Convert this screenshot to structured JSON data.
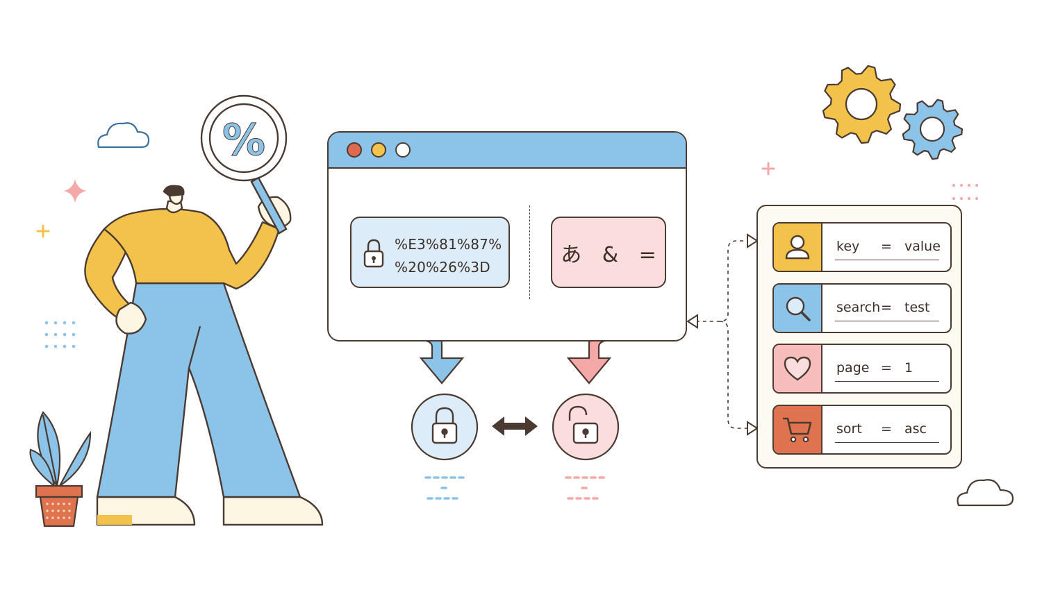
{
  "search_glass": {
    "symbol": "%"
  },
  "encoded": {
    "line1": "%E3%81%87%",
    "line2": "%20%26%3D"
  },
  "decoded": {
    "text": "あ & ="
  },
  "params": [
    {
      "key": "key",
      "equals": "=",
      "value": "value",
      "icon": "user-icon",
      "color": "#f3c24a"
    },
    {
      "key": "search",
      "equals": "=",
      "value": "test",
      "icon": "search-icon",
      "color": "#8cc3e8"
    },
    {
      "key": "page",
      "equals": "=",
      "value": "1",
      "icon": "heart-icon",
      "color": "#f7bcbc"
    },
    {
      "key": "sort",
      "equals": "=",
      "value": "asc",
      "icon": "cart-icon",
      "color": "#e0734f"
    }
  ],
  "colors": {
    "outline": "#4a3a32",
    "blue": "#8cc3e8",
    "light_blue": "#dcecf8",
    "yellow": "#f3c24a",
    "pink": "#f7bcbc",
    "light_pink": "#fadddc",
    "orange": "#e0734f",
    "cream": "#fdfaf1"
  }
}
